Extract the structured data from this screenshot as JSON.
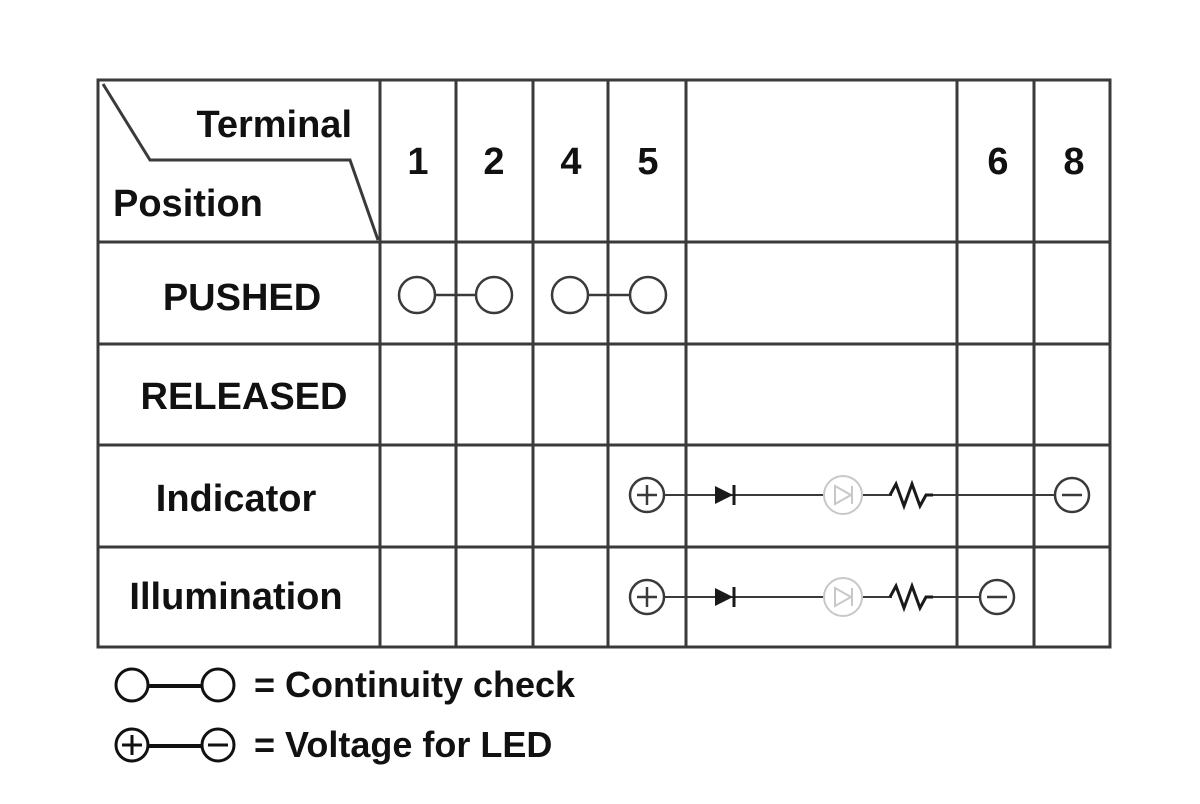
{
  "header": {
    "terminal_label": "Terminal",
    "position_label": "Position",
    "terminals": [
      "1",
      "2",
      "4",
      "5",
      "",
      "6",
      "8"
    ]
  },
  "rows": [
    {
      "label": "PUSHED"
    },
    {
      "label": "RELEASED"
    },
    {
      "label": "Indicator"
    },
    {
      "label": "Illumination"
    }
  ],
  "connections": {
    "PUSHED": [
      [
        "1",
        "2"
      ],
      [
        "4",
        "5"
      ]
    ],
    "Indicator": {
      "plus": "5",
      "minus": "8",
      "parts": [
        "diode",
        "led",
        "resistor"
      ]
    },
    "Illumination": {
      "plus": "5",
      "minus": "6",
      "parts": [
        "diode",
        "led",
        "resistor"
      ]
    }
  },
  "legend": [
    {
      "symbol": "continuity-symbol",
      "text": "= Continuity check"
    },
    {
      "symbol": "voltage-symbol",
      "text": "= Voltage for LED"
    }
  ],
  "colors": {
    "line": "#3a3a3a",
    "text": "#111111",
    "led": "#c8c8c8"
  }
}
